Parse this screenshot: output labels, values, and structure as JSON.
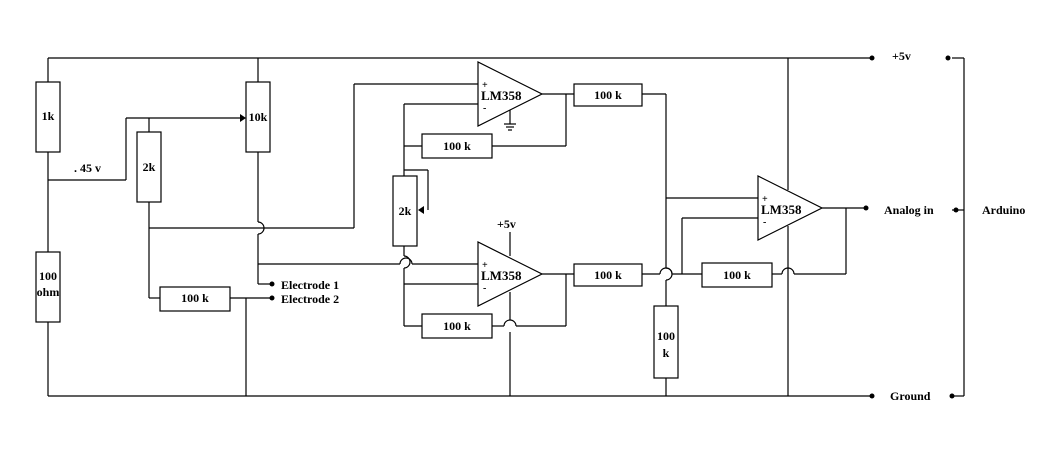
{
  "resistors": {
    "r1k": "1k",
    "r100ohm": "100\nohm",
    "r2k_left": "2k",
    "r10k": "10k",
    "r100k_bias": "100 k",
    "r100k_fb_top": "100 k",
    "r100k_fb_bot": "100 k",
    "r2k_gain": "2k",
    "r100k_out_top": "100 k",
    "r100k_out_bot": "100 k",
    "r100k_ground": "100\nk",
    "r100k_fb_final": "100 k"
  },
  "opamps": {
    "u1": "LM358",
    "u2": "LM358",
    "u3": "LM358"
  },
  "labels": {
    "v045": ". 45 v",
    "supply_u2": "+5v",
    "electrode1": "Electrode 1",
    "electrode2": "Electrode 2",
    "plus5v": "+5v",
    "analog_in": "Analog in",
    "ground": "Ground",
    "arduino": "Arduino",
    "plus_sign": "+",
    "minus_sign": "-"
  }
}
